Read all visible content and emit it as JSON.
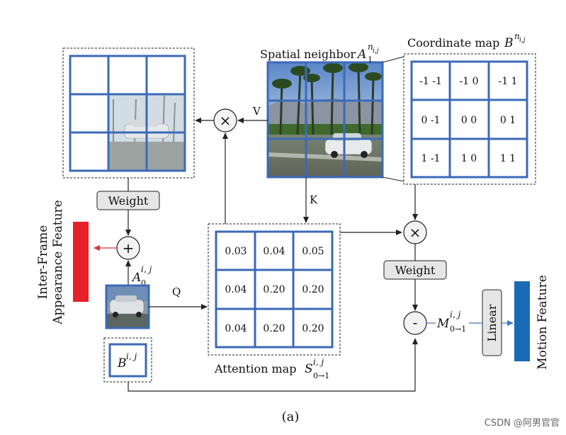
{
  "labels": {
    "spatial_neighbor": "Spatial neighbor",
    "coordinate_map": "Coordinate map",
    "attention_map": "Attention map",
    "weight_top": "Weight",
    "weight_right": "Weight",
    "linear": "Linear",
    "v": "V",
    "k": "K",
    "q": "Q",
    "inter_frame_line1": "Inter-Frame",
    "inter_frame_line2": "Appearance Feature",
    "motion_feature": "Motion Feature",
    "caption": "(a)",
    "watermark": "CSDN @阿男官官"
  },
  "math": {
    "A1_base": "A",
    "A1_sup": "n",
    "A1_supsub": "i,j",
    "A1_sub": "1",
    "B_map_base": "B",
    "B_map_sup": "n",
    "B_map_supsub": "i,j",
    "S_base": "S",
    "S_sup": "i, j",
    "S_sub": "0→1",
    "A0_base": "A",
    "A0_sup": "i, j",
    "A0_sub": "0",
    "B_base": "B",
    "B_sup": "i, j",
    "M_base": "M",
    "M_sup": "i, j",
    "M_sub": "0→1"
  },
  "operators": {
    "multiply_top": "×",
    "multiply_right": "×",
    "plus": "+",
    "minus": "-"
  },
  "coordinate_cells": [
    "-1 -1",
    "-1 0",
    "-1 1",
    "0 -1",
    "0 0",
    "0 1",
    "1 -1",
    "1 0",
    "1 1"
  ],
  "attention_cells": [
    "0.03",
    "0.04",
    "0.05",
    "0.04",
    "0.20",
    "0.20",
    "0.04",
    "0.20",
    "0.20"
  ],
  "colors": {
    "grid_blue": "#3b6ab8",
    "appearance_red": "#e8202a",
    "motion_blue": "#1a6bb5",
    "arrow_red": "#e03030",
    "arrow_blue": "#3b7bbf"
  }
}
